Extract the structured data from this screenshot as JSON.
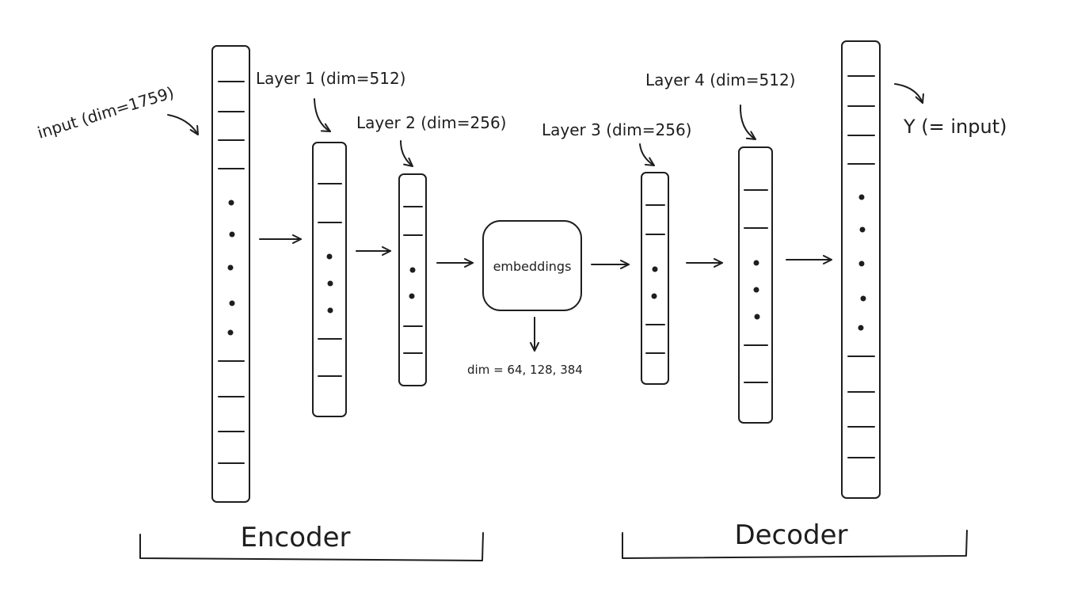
{
  "labels": {
    "input": "input (dim=1759)",
    "layer1": "Layer 1 (dim=512)",
    "layer2": "Layer 2 (dim=256)",
    "layer3": "Layer 3 (dim=256)",
    "layer4": "Layer 4 (dim=512)",
    "output": "Y (= input)",
    "embeddings": "embeddings",
    "embedding_dims": "dim = 64, 128, 384",
    "encoder": "Encoder",
    "decoder": "Decoder"
  }
}
